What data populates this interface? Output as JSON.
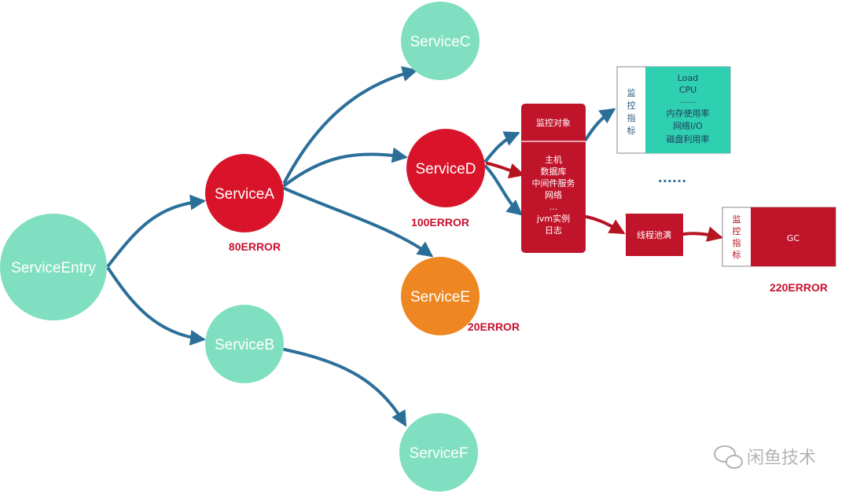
{
  "colors": {
    "teal": "#80dfc0",
    "red": "#d9142a",
    "orange": "#ee8722",
    "arrow_blue": "#2b6f99",
    "arrow_red": "#b51421",
    "box_red": "#c0142a",
    "metric_teal": "#2fcfb2",
    "error_text": "#c8102e"
  },
  "nodes": {
    "entry": "ServiceEntry",
    "a": "ServiceA",
    "b": "ServiceB",
    "c": "ServiceC",
    "d": "ServiceD",
    "e": "ServiceE",
    "f": "ServiceF"
  },
  "errors": {
    "a": "80ERROR",
    "d": "100ERROR",
    "e": "20ERROR",
    "gc": "220ERROR"
  },
  "monitor_object": {
    "title": "监控对象",
    "items": [
      "主机",
      "数据库",
      "中间件服务",
      "网络",
      "...",
      "jvm实例",
      "日志"
    ]
  },
  "metrics_panel": {
    "side_label": [
      "监",
      "控",
      "指",
      "标"
    ],
    "items": [
      "Load",
      "CPU",
      "......",
      "内存使用率",
      "网络I/O",
      "磁盘利用率"
    ]
  },
  "ellipsis": "......",
  "thread_pool": "线程池满",
  "gc_panel": {
    "side_label": [
      "监",
      "控",
      "指",
      "标"
    ],
    "title": "GC"
  },
  "watermark": "闲鱼技术"
}
